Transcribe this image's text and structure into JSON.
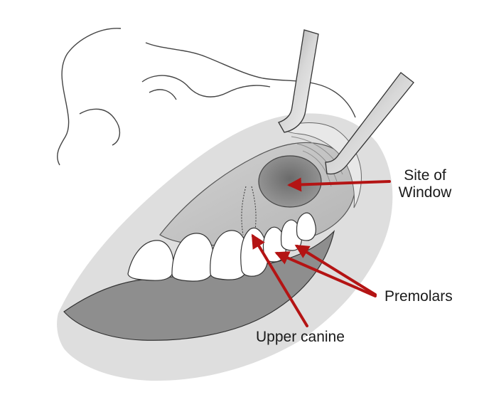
{
  "labels": {
    "site_of_window_line1": "Site of",
    "site_of_window_line2": "Window",
    "premolars": "Premolars",
    "upper_canine": "Upper canine"
  },
  "colors": {
    "arrow": "#b41414",
    "soft_tissue": "#dcdcdc",
    "bone": "#c4c4c4",
    "window": "#7e7e7e",
    "lip": "#8a8a8a",
    "teeth": "#ffffff",
    "outline": "#3a3a3a"
  }
}
